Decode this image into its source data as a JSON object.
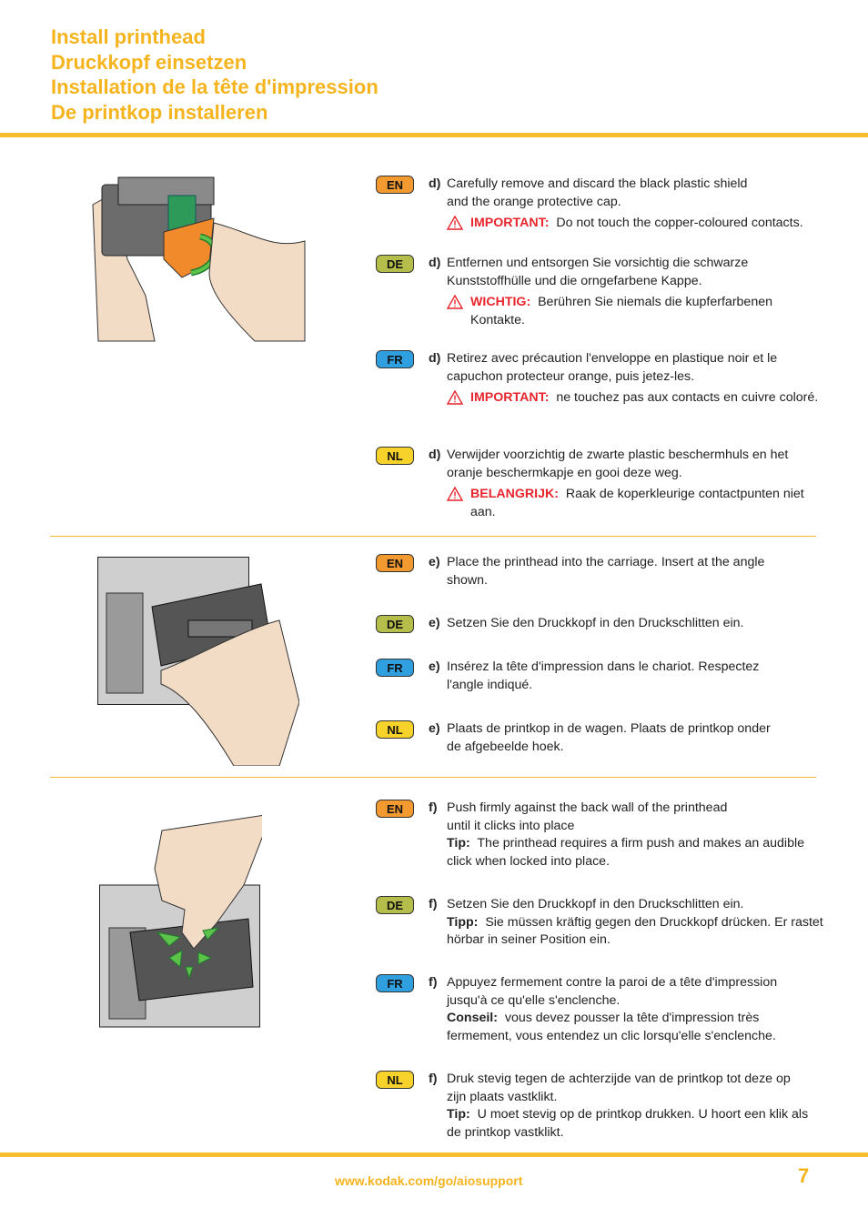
{
  "titles": [
    "Install printhead",
    "Druckkopf einsetzen",
    "Installation de la tête d'impression",
    "De printkop installeren"
  ],
  "sections": [
    {
      "items": [
        {
          "lang": "EN",
          "letter": "d)",
          "lines": [
            "Carefully remove and discard the black plastic shield",
            "and the orange protective cap."
          ],
          "warn_label": "IMPORTANT:",
          "warn_text": "Do not touch the copper-coloured contacts."
        },
        {
          "lang": "DE",
          "letter": "d)",
          "lines": [
            "Entfernen und entsorgen Sie vorsichtig die schwarze",
            "Kunststoffhülle und die orngefarbene Kappe."
          ],
          "warn_label": "WICHTIG:",
          "warn_text": "Berühren Sie niemals die kupferfarbenen Kontakte."
        },
        {
          "lang": "FR",
          "letter": "d)",
          "lines": [
            "Retirez avec précaution l'enveloppe en plastique noir et le",
            "capuchon protecteur orange, puis jetez-les."
          ],
          "warn_label": "IMPORTANT:",
          "warn_text": "ne touchez pas aux contacts en cuivre coloré."
        },
        {
          "lang": "NL",
          "letter": "d)",
          "lines": [
            "Verwijder voorzichtig de zwarte plastic beschermhuls en het",
            "oranje beschermkapje en gooi deze weg."
          ],
          "warn_label": "BELANGRIJK:",
          "warn_text": "Raak de koperkleurige contactpunten niet aan."
        }
      ]
    },
    {
      "items": [
        {
          "lang": "EN",
          "letter": "e)",
          "lines": [
            "Place the printhead into the carriage. Insert at the angle",
            "shown."
          ]
        },
        {
          "lang": "DE",
          "letter": "e)",
          "lines": [
            "Setzen Sie den Druckkopf in den Druckschlitten ein."
          ]
        },
        {
          "lang": "FR",
          "letter": "e)",
          "lines": [
            "Insérez la tête d'impression dans le chariot. Respectez",
            "l'angle indiqué."
          ]
        },
        {
          "lang": "NL",
          "letter": "e)",
          "lines": [
            "Plaats de printkop in de wagen. Plaats de printkop onder",
            "de afgebeelde hoek."
          ]
        }
      ]
    },
    {
      "items": [
        {
          "lang": "EN",
          "letter": "f)",
          "lines": [
            "Push firmly against the back wall of the printhead",
            "until it clicks into place"
          ],
          "tip_label": "Tip:",
          "tip_text": "The printhead requires a firm push and makes an audible click when locked into place."
        },
        {
          "lang": "DE",
          "letter": "f)",
          "lines": [
            "Setzen Sie den Druckkopf in den Druckschlitten ein."
          ],
          "tip_label": "Tipp:",
          "tip_text": "Sie müssen kräftig gegen den Druckkopf drücken. Er rastet hörbar in seiner Position ein."
        },
        {
          "lang": "FR",
          "letter": "f)",
          "lines": [
            "Appuyez fermement contre la paroi de a tête d'impression",
            "jusqu'à ce qu'elle s'enclenche."
          ],
          "tip_label": "Conseil:",
          "tip_text": "vous devez pousser la tête d'impression très fermement, vous entendez un clic lorsqu'elle s'enclenche."
        },
        {
          "lang": "NL",
          "letter": "f)",
          "lines": [
            "Druk stevig tegen de achterzijde van de printkop tot deze op",
            "zijn plaats vastklikt."
          ],
          "tip_label": "Tip:",
          "tip_text": "U moet stevig op de printkop drukken. U hoort een klik als de printkop vastklikt."
        }
      ]
    }
  ],
  "footer": {
    "url": "www.kodak.com/go/aiosupport",
    "page_number": "7"
  },
  "colors": {
    "accent": "#f5b41e",
    "warning": "#e8242c",
    "en": "#f29a30",
    "de": "#b5be4a",
    "fr": "#2f9fe0",
    "nl": "#f7d22a"
  }
}
